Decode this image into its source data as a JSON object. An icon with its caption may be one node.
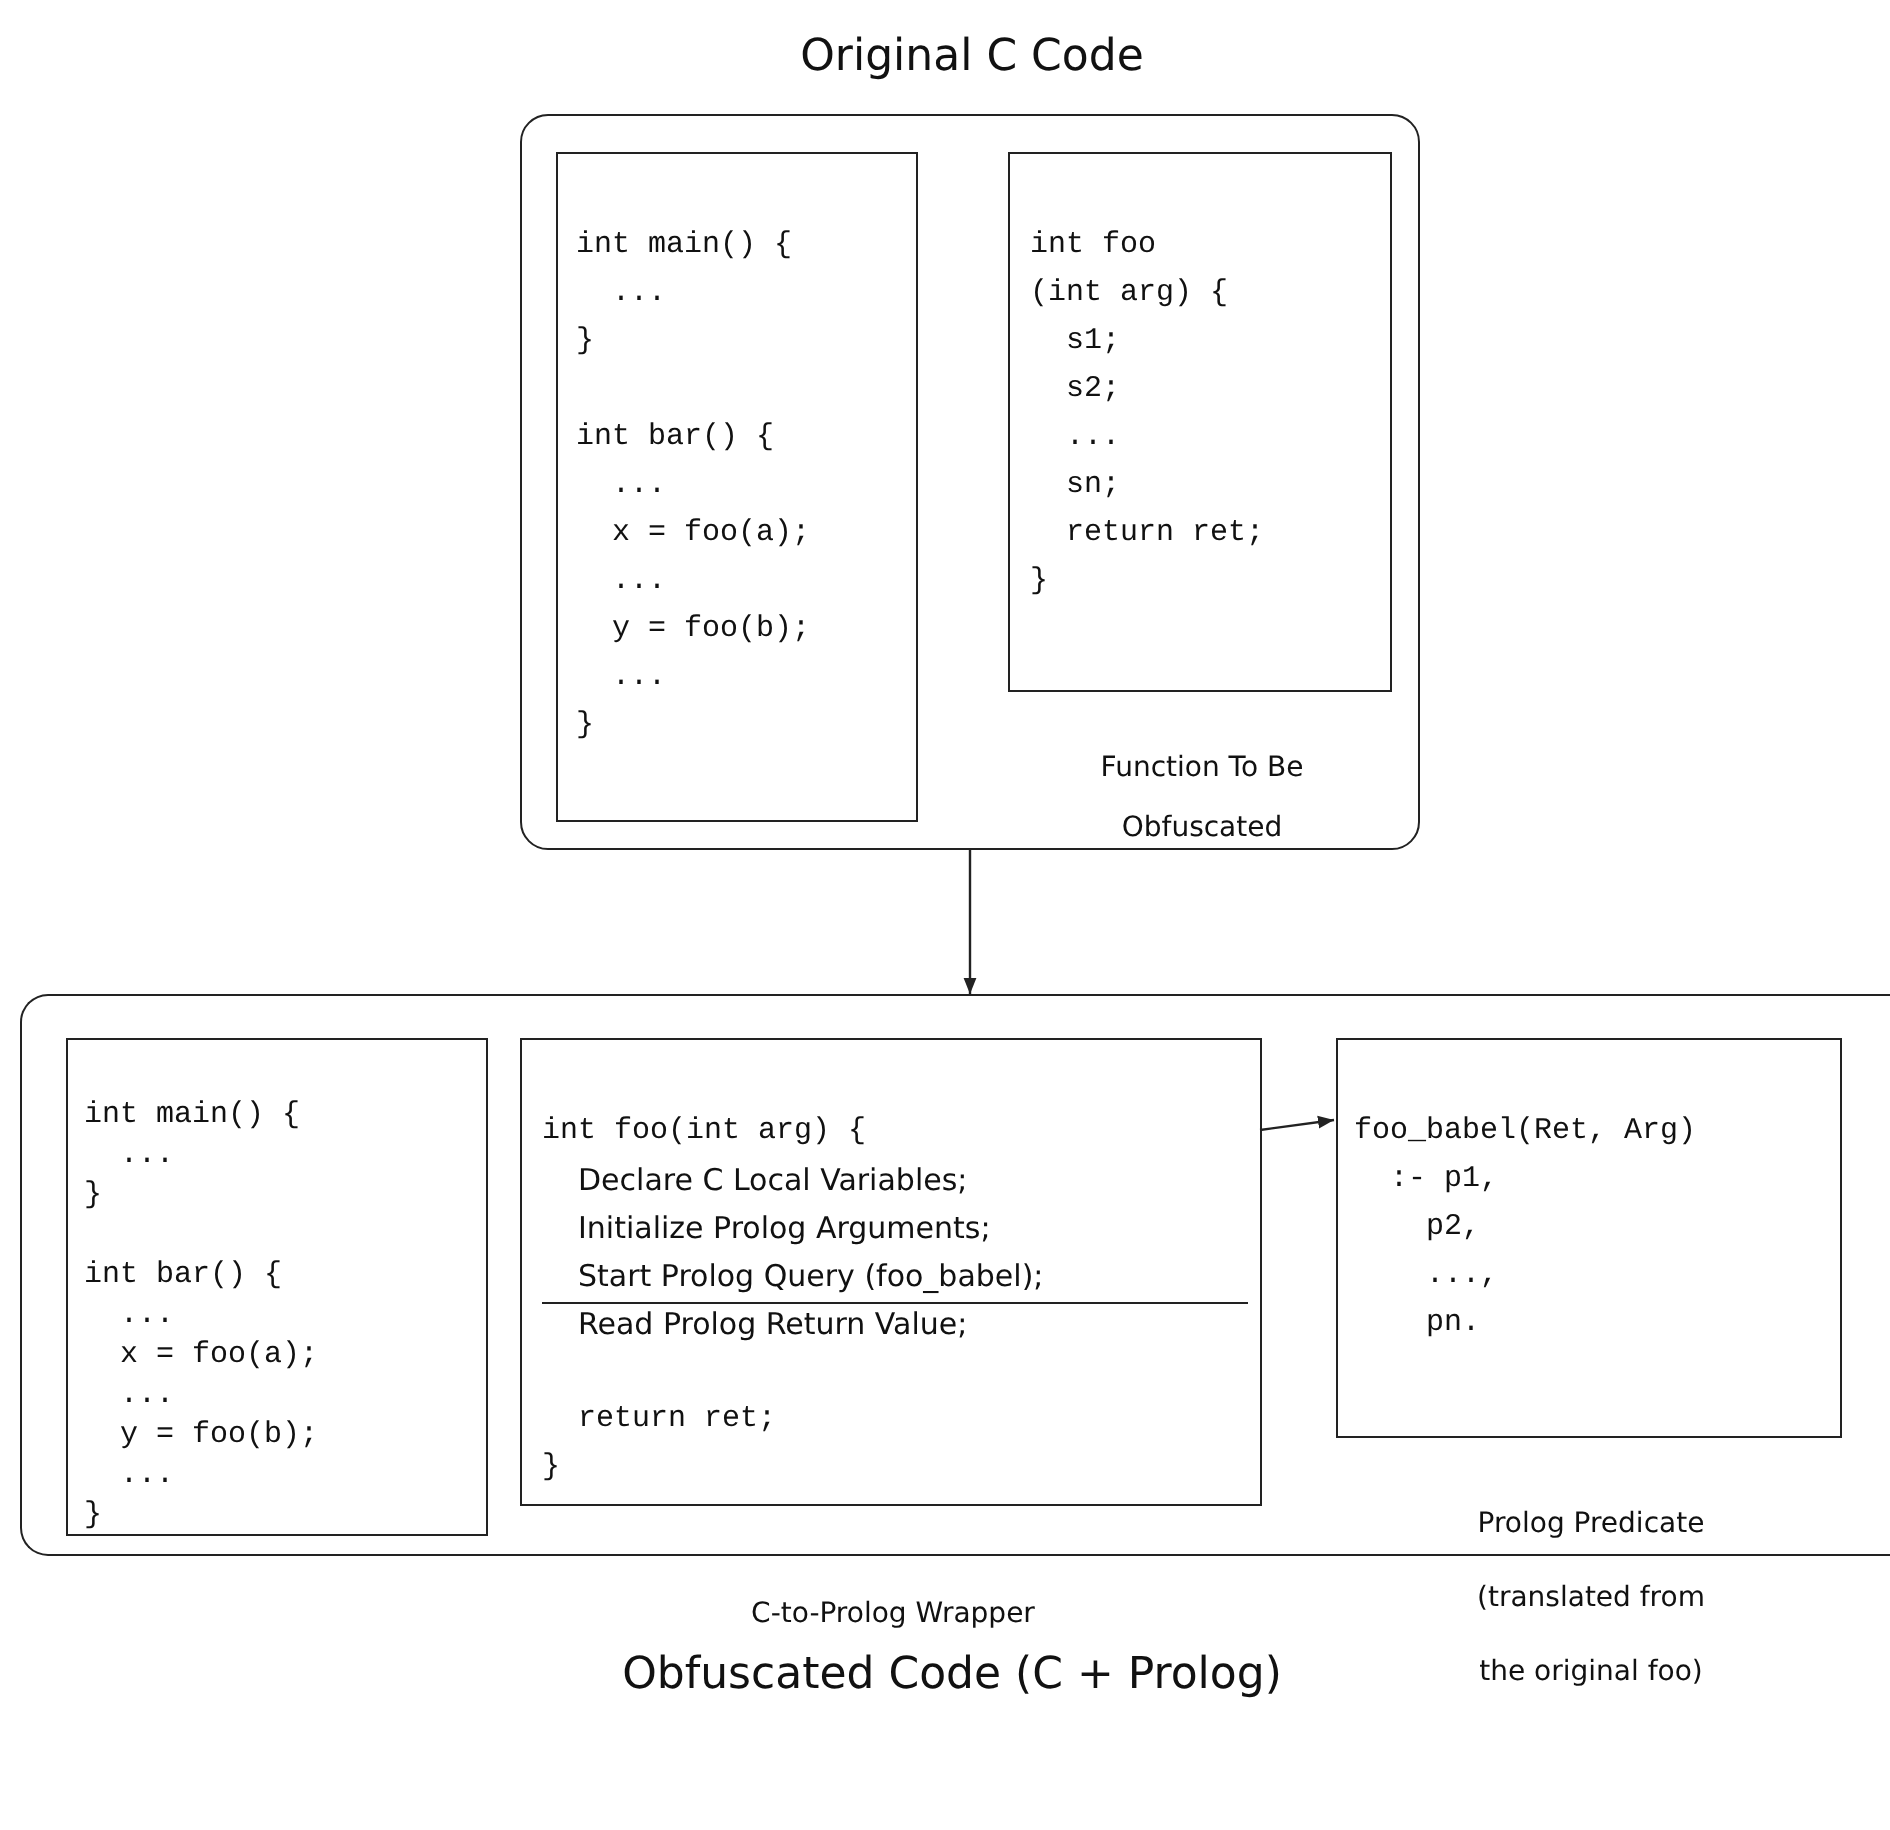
{
  "diagram": {
    "nodes": [
      {
        "text": [
          "Original C Code"
        ]
      },
      {
        "text": [
          "int main() {",
          "...",
          "}",
          "int bar() {",
          "...",
          "x = foo(a);",
          "...",
          "y = foo(b);",
          "...",
          "}"
        ],
        "in": 0
      },
      {
        "text": [
          "int foo",
          "(int arg) {",
          "s1;",
          "s2;",
          "...",
          "sn;",
          "return ret;",
          "}"
        ],
        "in": 0,
        "beside": [
          "Function To Be Obfuscated"
        ]
      },
      {
        "text": [
          "Obfuscated Code (C + Prolog)"
        ]
      },
      {
        "text": [
          "int main() {",
          "...",
          "}",
          "int bar() {",
          "...",
          "x = foo(a);",
          "...",
          "y = foo(b);",
          "...",
          "}"
        ],
        "in": 3
      },
      {
        "text": [
          "int foo(int arg) {",
          "Declare C Local Variables;",
          "Initialize Prolog Arguments;",
          "Start Prolog Query (foo_babel);",
          "Read Prolog Return Value;",
          "return ret;",
          "}"
        ],
        "in": 3,
        "beside": [
          "C-to-Prolog Wrapper"
        ]
      },
      {
        "text": [
          "foo_babel(Ret, Arg)",
          ":- p1,",
          "p2,",
          "...,",
          "pn."
        ],
        "in": 3,
        "beside": [
          "Prolog Predicate (translated from the original foo)"
        ]
      }
    ],
    "edges": [
      {
        "from": 0,
        "to": 3,
        "arrow": "to"
      },
      {
        "from": 5,
        "to": 6,
        "arrow": "to"
      }
    ]
  }
}
